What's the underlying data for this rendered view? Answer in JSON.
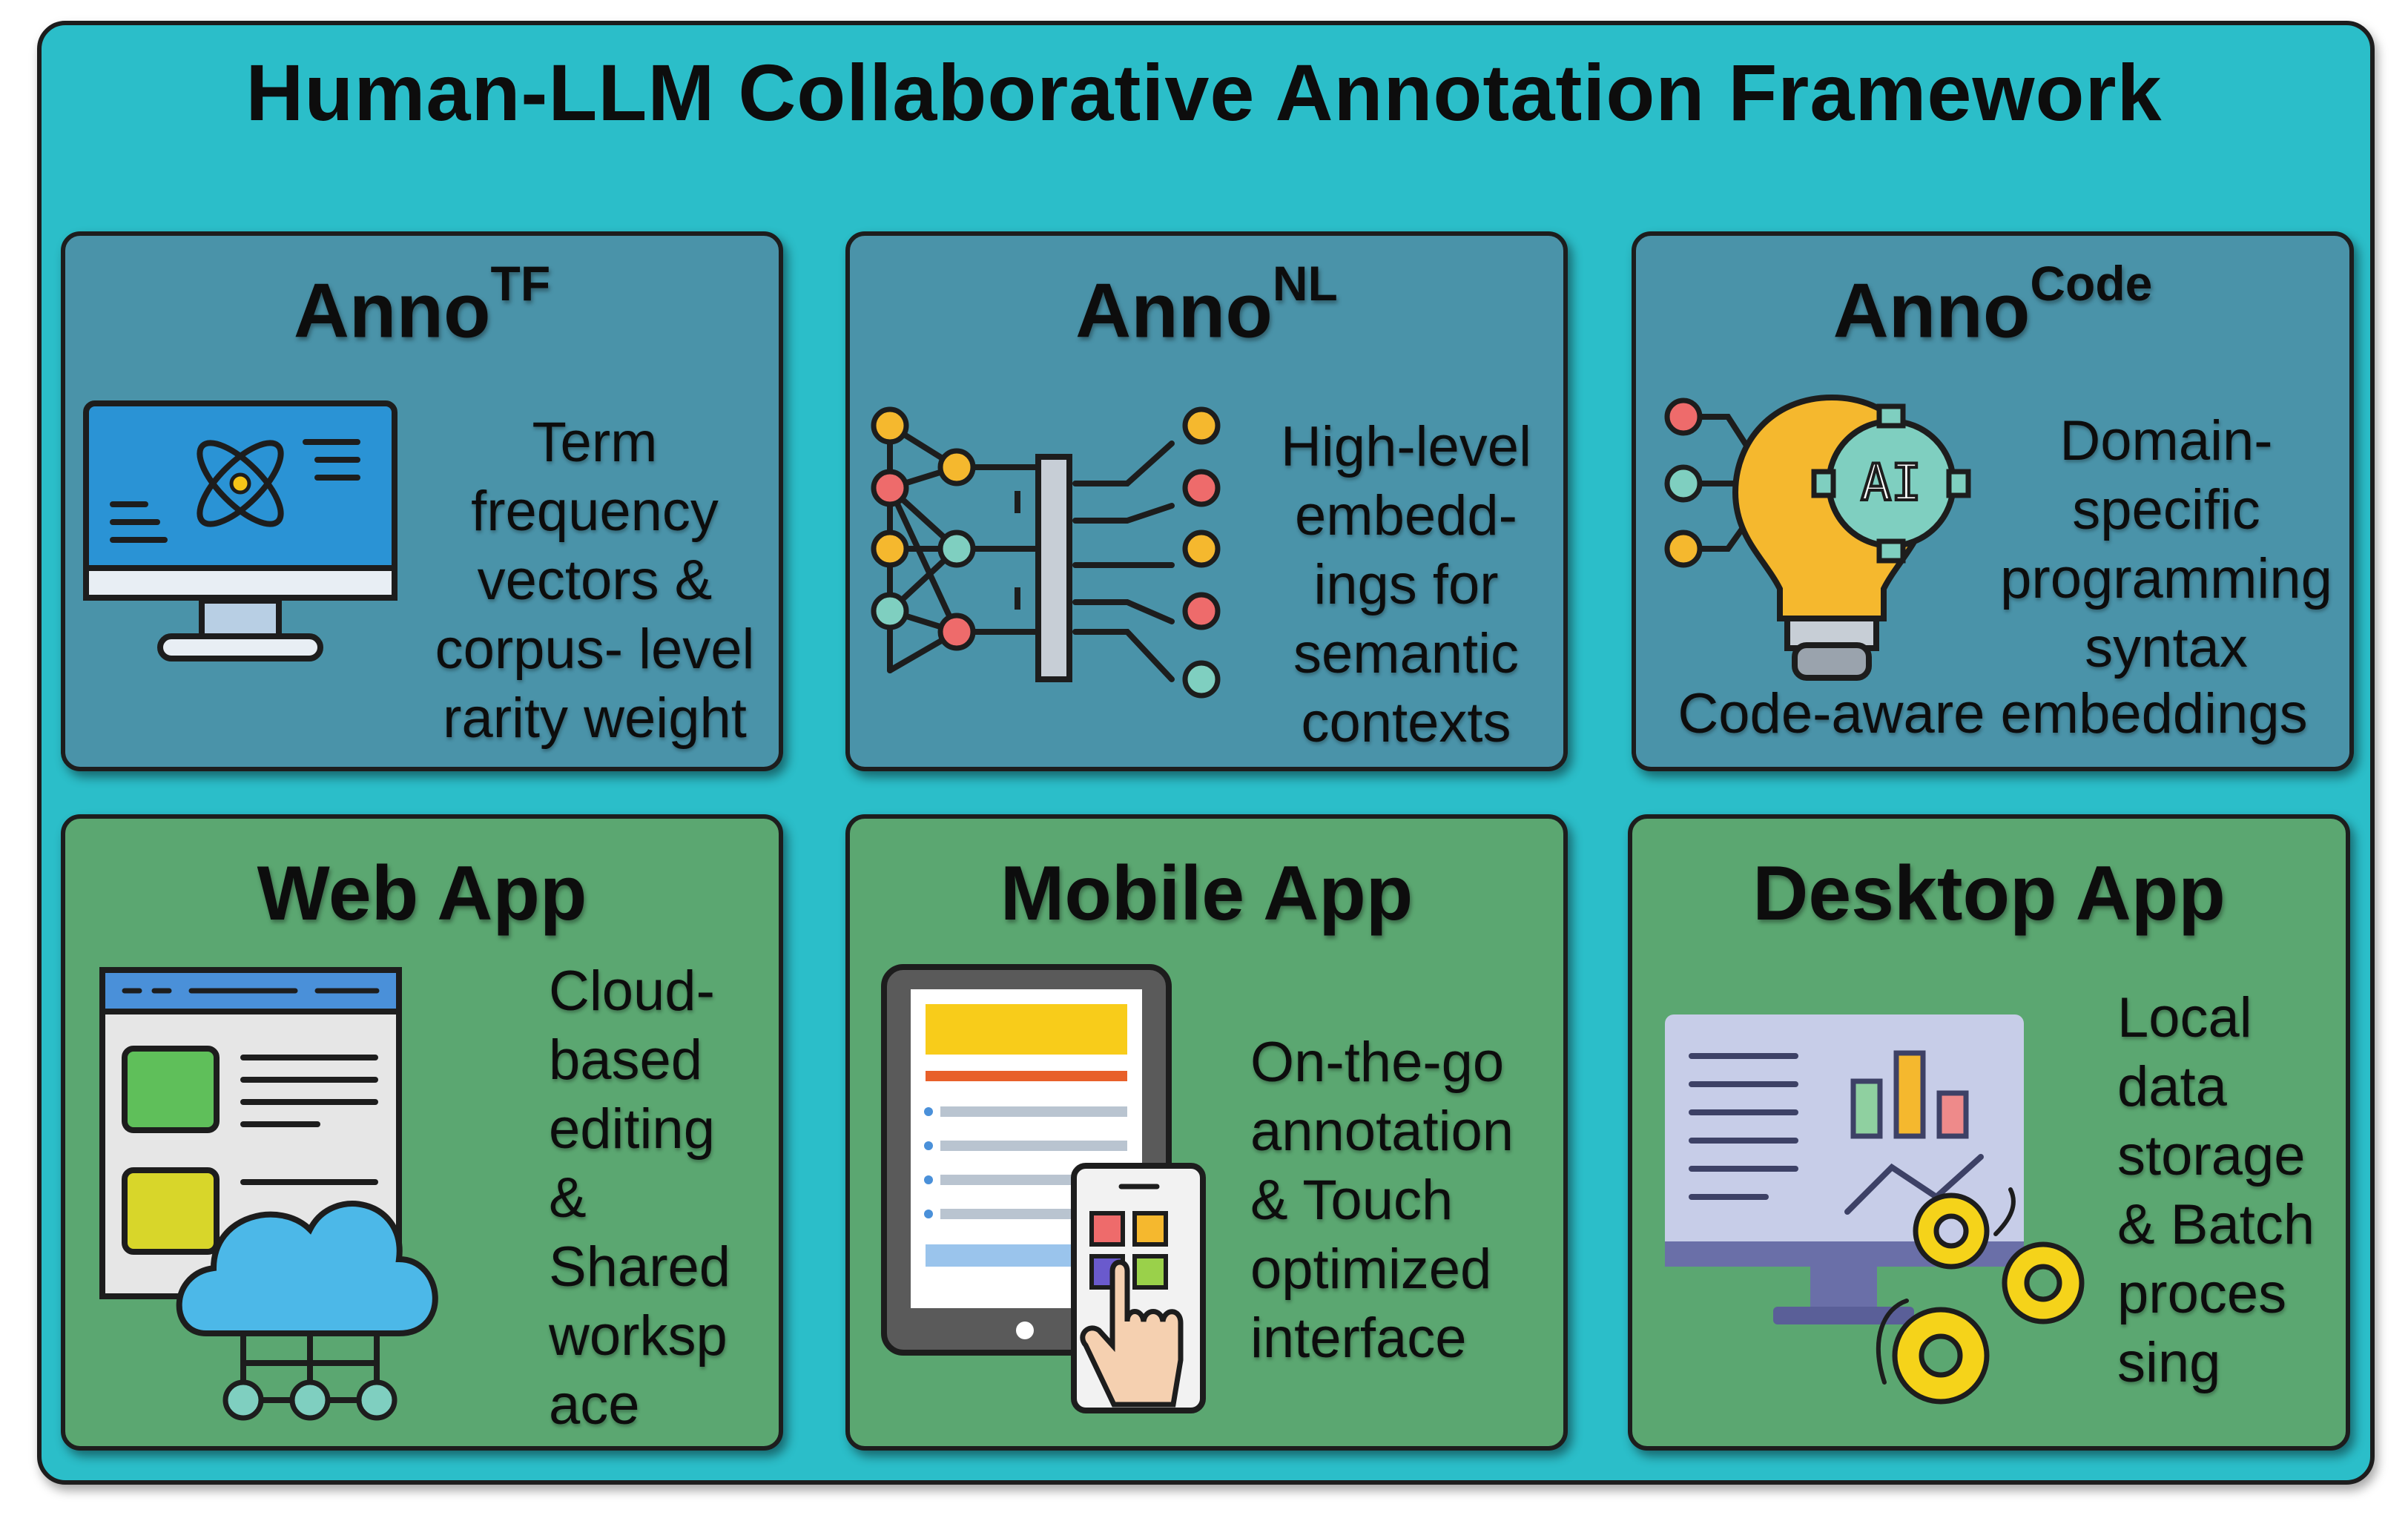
{
  "title": "Human-LLM Collaborative Annotation Framework",
  "cards": [
    {
      "title_main": "Anno",
      "title_sup": "TF",
      "icon": "monitor-atom-icon",
      "lines": [
        "Term",
        "frequency",
        "vectors &",
        "corpus- level",
        "rarity weight"
      ]
    },
    {
      "title_main": "Anno",
      "title_sup": "NL",
      "icon": "neural-network-icon",
      "lines": [
        "High-level",
        "embedd-",
        "ings for",
        "semantic",
        "contexts"
      ]
    },
    {
      "title_main": "Anno",
      "title_sup": "Code",
      "icon": "ai-lightbulb-icon",
      "lines": [
        "Domain-",
        "specific",
        "programming",
        "syntax"
      ],
      "footer": "Code-aware embeddings"
    },
    {
      "title_main": "Web App",
      "icon": "web-cloud-icon",
      "lines": [
        "Cloud-",
        "based",
        "editing",
        "&",
        "Shared",
        "worksp",
        "ace"
      ]
    },
    {
      "title_main": "Mobile App",
      "icon": "tablet-touch-icon",
      "lines": [
        "On-the-go",
        "annotation",
        "& Touch",
        "optimized",
        "interface"
      ]
    },
    {
      "title_main": "Desktop App",
      "icon": "desktop-gears-icon",
      "lines": [
        "Local",
        "data",
        "storage",
        "& Batch",
        "proces",
        "sing"
      ]
    }
  ],
  "colors": {
    "background": "#2bbec9",
    "model_card": "#4a93a9",
    "app_card": "#5ba771",
    "border": "#1d1d1d"
  }
}
